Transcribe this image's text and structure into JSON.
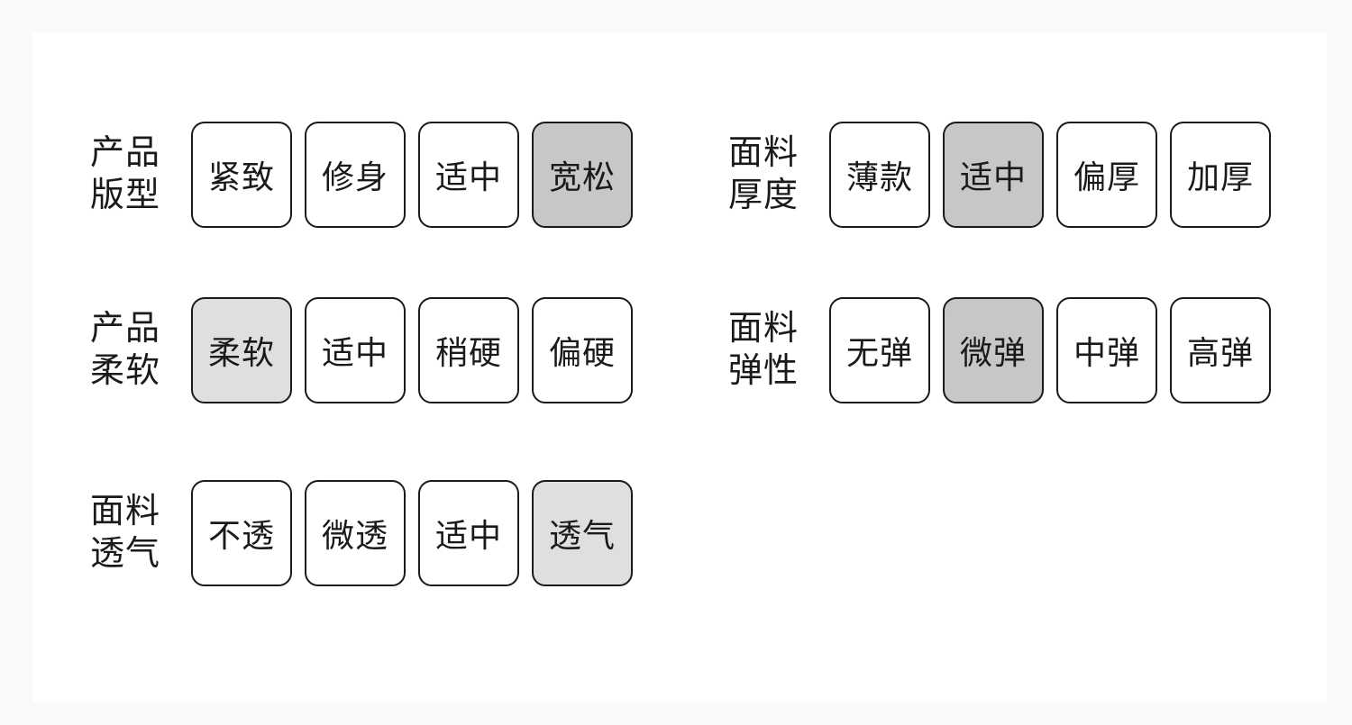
{
  "colors": {
    "page_background": "#fafafa",
    "card_background": "#ffffff",
    "button_border": "#1a1a1a",
    "text": "#1a1a1a",
    "selected_fill_medium": "#c7c7c7",
    "selected_fill_light": "#dfdfdf"
  },
  "groups": [
    {
      "id": "product-fit",
      "label": "产品版型",
      "label_lines": [
        "产品",
        "版型"
      ],
      "options": [
        {
          "label": "紧致",
          "selected": false
        },
        {
          "label": "修身",
          "selected": false
        },
        {
          "label": "适中",
          "selected": false
        },
        {
          "label": "宽松",
          "selected": true,
          "highlight": "medium"
        }
      ]
    },
    {
      "id": "fabric-thickness",
      "label": "面料厚度",
      "label_lines": [
        "面料",
        "厚度"
      ],
      "options": [
        {
          "label": "薄款",
          "selected": false
        },
        {
          "label": "适中",
          "selected": true,
          "highlight": "medium"
        },
        {
          "label": "偏厚",
          "selected": false
        },
        {
          "label": "加厚",
          "selected": false
        }
      ]
    },
    {
      "id": "product-softness",
      "label": "产品柔软",
      "label_lines": [
        "产品",
        "柔软"
      ],
      "options": [
        {
          "label": "柔软",
          "selected": true,
          "highlight": "light"
        },
        {
          "label": "适中",
          "selected": false
        },
        {
          "label": "稍硬",
          "selected": false
        },
        {
          "label": "偏硬",
          "selected": false
        }
      ]
    },
    {
      "id": "fabric-elasticity",
      "label": "面料弹性",
      "label_lines": [
        "面料",
        "弹性"
      ],
      "options": [
        {
          "label": "无弹",
          "selected": false
        },
        {
          "label": "微弹",
          "selected": true,
          "highlight": "medium"
        },
        {
          "label": "中弹",
          "selected": false
        },
        {
          "label": "高弹",
          "selected": false
        }
      ]
    },
    {
      "id": "fabric-breathability",
      "label": "面料透气",
      "label_lines": [
        "面料",
        "透气"
      ],
      "options": [
        {
          "label": "不透",
          "selected": false
        },
        {
          "label": "微透",
          "selected": false
        },
        {
          "label": "适中",
          "selected": false
        },
        {
          "label": "透气",
          "selected": true,
          "highlight": "light"
        }
      ]
    }
  ]
}
